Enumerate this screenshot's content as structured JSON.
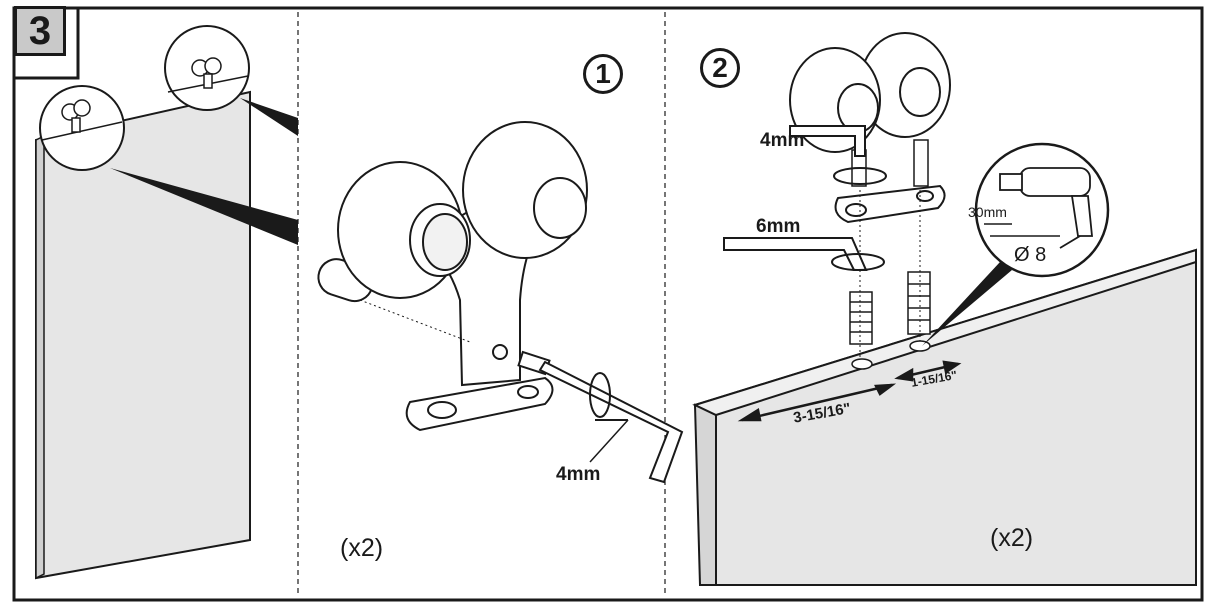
{
  "step_number": "3",
  "panels": {
    "step1": {
      "circled_number": "1",
      "allen_key_size": "4mm",
      "quantity": "(x2)"
    },
    "step2": {
      "circled_number": "2",
      "allen_key_small": "4mm",
      "allen_key_large": "6mm",
      "drill": {
        "depth": "30mm",
        "diameter": "Ø 8"
      },
      "spacing_outer": "3-15/16\"",
      "spacing_inner": "1-15/16\"",
      "quantity": "(x2)"
    }
  },
  "colors": {
    "line": "#1a1a1a",
    "door_fill": "#e6e6e6",
    "badge_fill": "#c9c9c9"
  }
}
